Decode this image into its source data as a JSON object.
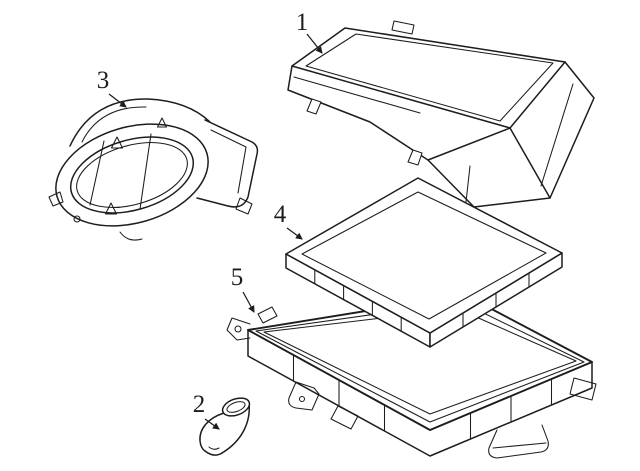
{
  "colors": {
    "background": "#ffffff",
    "line": "#1d1d1d"
  },
  "callouts": [
    {
      "label": "1"
    },
    {
      "label": "2"
    },
    {
      "label": "3"
    },
    {
      "label": "4"
    },
    {
      "label": "5"
    }
  ]
}
